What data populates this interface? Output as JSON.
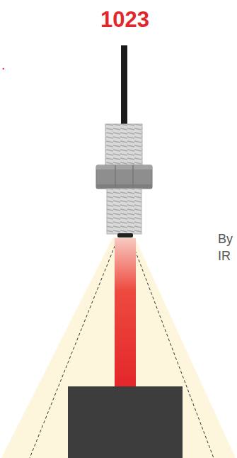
{
  "diagram": {
    "labels": [
      "1023",
      ".",
      "By",
      "IR"
    ]
  }
}
